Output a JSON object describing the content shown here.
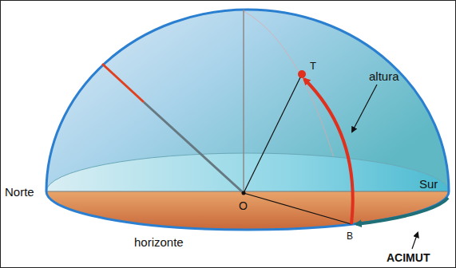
{
  "diagram": {
    "labels": [
      "Norte",
      "Sur",
      "O",
      "T",
      "altura",
      "horizonte",
      "B",
      "ACIMUT"
    ]
  }
}
